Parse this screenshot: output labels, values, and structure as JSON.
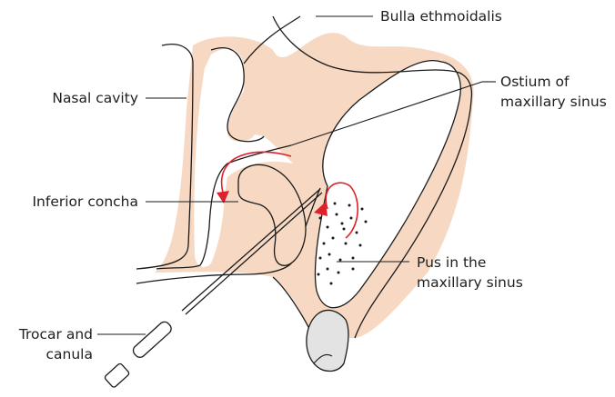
{
  "labels": {
    "bulla_ethmoidalis": "Bulla ethmoidalis",
    "ostium_line1": "Ostium of",
    "ostium_line2": "maxillary sinus",
    "nasal_cavity": "Nasal cavity",
    "inferior_concha": "Inferior concha",
    "pus_line1": "Pus in the",
    "pus_line2": "maxillary sinus",
    "trocar_line1": "Trocar and",
    "trocar_line2": "canula"
  },
  "colors": {
    "tissue": "#f7d9c3",
    "outline": "#1a1a1a",
    "arrow": "#e0202a",
    "tooth": "#e3e3e3"
  }
}
